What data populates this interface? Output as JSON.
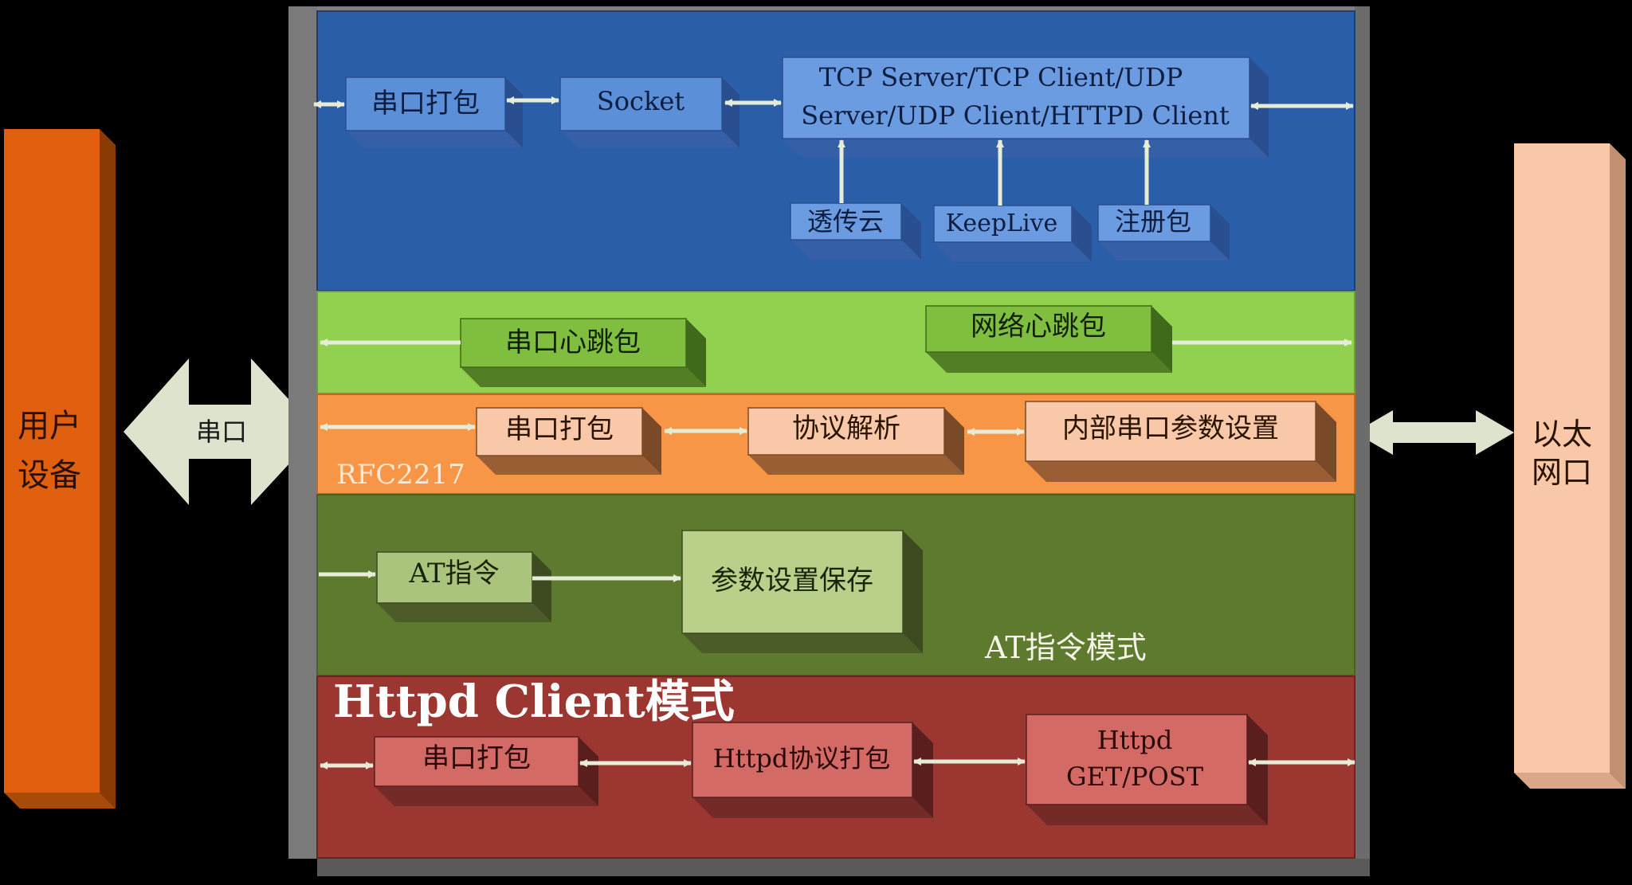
{
  "left_device": {
    "line1": "用户",
    "line2": "设备"
  },
  "serial_arrow_label": "串口",
  "right_device": {
    "line1": "以太",
    "line2": "网口"
  },
  "bands": {
    "socket": {
      "boxes": {
        "serial_pack": "串口打包",
        "socket": "Socket",
        "tcp_line1": "TCP Server/TCP Client/UDP",
        "tcp_line2": "Server/UDP Client/HTTPD Client",
        "cloud": "透传云",
        "keepalive": "KeepLive",
        "register": "注册包"
      }
    },
    "heartbeat": {
      "boxes": {
        "serial_heartbeat": "串口心跳包",
        "net_heartbeat": "网络心跳包"
      }
    },
    "rfc2217": {
      "label": "RFC2217",
      "boxes": {
        "serial_pack": "串口打包",
        "protocol_parse": "协议解析",
        "internal_serial": "内部串口参数设置"
      }
    },
    "at": {
      "label": "AT指令模式",
      "boxes": {
        "at_command": "AT指令",
        "param_save": "参数设置保存"
      }
    },
    "httpd": {
      "label": "Httpd Client模式",
      "boxes": {
        "serial_pack": "串口打包",
        "httpd_pack": "Httpd协议打包",
        "get_line1": "Httpd",
        "get_line2": "GET/POST"
      }
    }
  },
  "colors": {
    "user_device": "#E06010",
    "ethernet": "#F8C8A8",
    "socket_band": "#2A5EA8",
    "heartbeat_band": "#92D050",
    "rfc_band": "#F79646",
    "at_band": "#5E7A2E",
    "httpd_band": "#9B3631",
    "frame_gray": "#808080"
  }
}
